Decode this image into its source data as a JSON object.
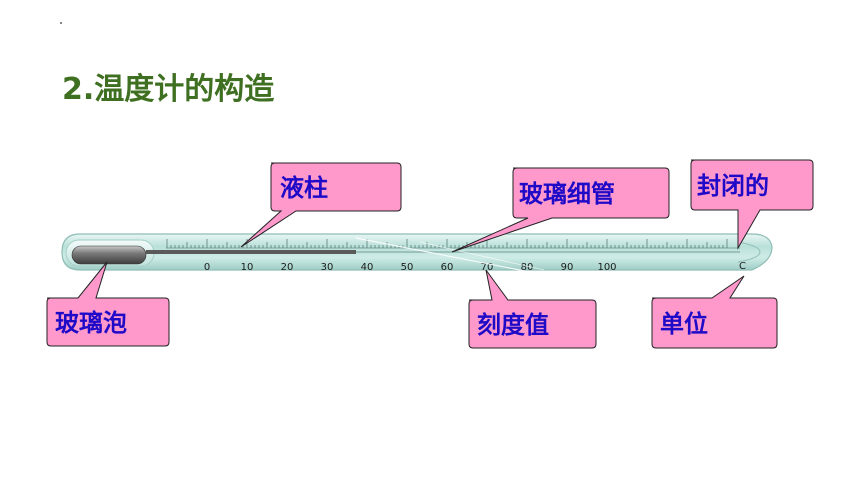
{
  "slide": {
    "title": "2.温度计的构造"
  },
  "scale": {
    "labels": [
      "0",
      "10",
      "20",
      "30",
      "40",
      "50",
      "60",
      "70",
      "80",
      "90",
      "100"
    ],
    "unit": "C"
  },
  "callouts": {
    "liquid_column": "液柱",
    "capillary_tube": "玻璃细管",
    "sealed": "封闭的",
    "bulb": "玻璃泡",
    "scale_value": "刻度值",
    "unit": "单位"
  },
  "colors": {
    "title": "#3f6f21",
    "callout_fill": "#ff99cc",
    "callout_text": "#1f0ac8",
    "tube": "#c6e8e3",
    "liquid": "#5a5a5a"
  }
}
